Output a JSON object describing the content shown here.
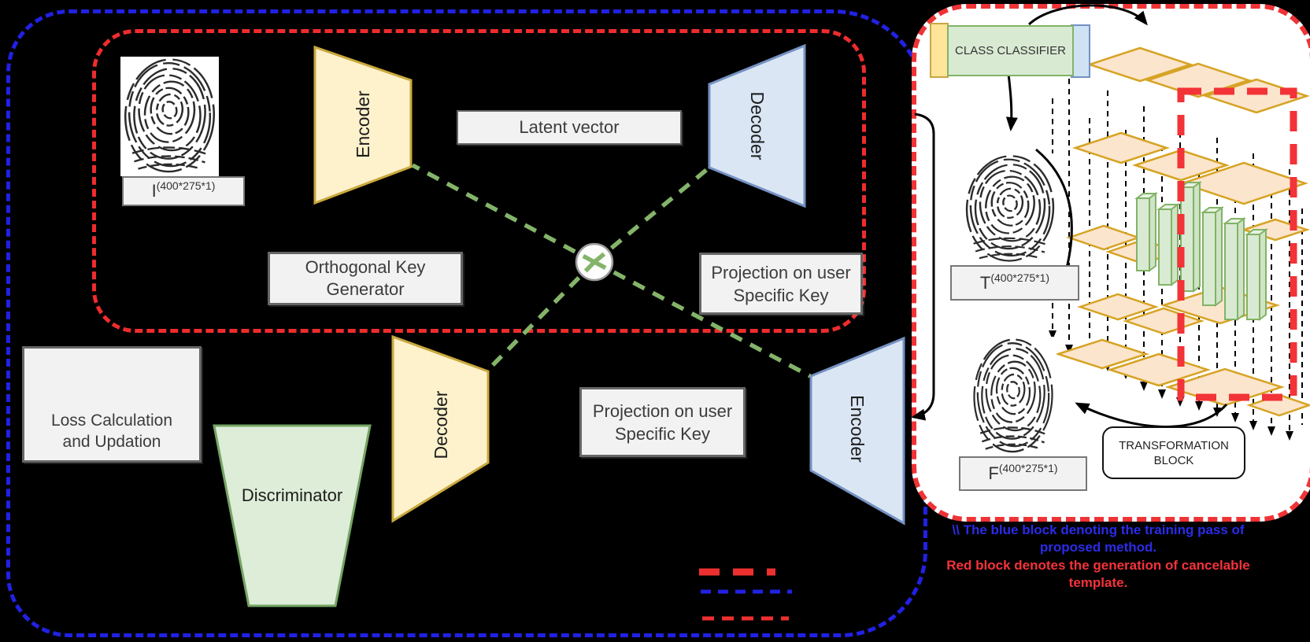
{
  "top_region": {
    "input_label": {
      "base": "I",
      "sup": "(400*275*1)"
    },
    "encoder_label": "Encoder",
    "latent_label": "Latent vector",
    "decoder_label": "Decoder",
    "okg_label": "Orthogonal Key\nGenerator",
    "projection_label": "Projection on user\nSpecific Key"
  },
  "bottom_region": {
    "decoder_label": "Decoder",
    "projection_label": "Projection on user\nSpecific Key",
    "encoder_label": "Encoder",
    "loss_label": "Loss Calculation\nand Updation",
    "discriminator_label": "Discriminator"
  },
  "right_panel": {
    "classifier_label": "CLASS CLASSIFIER",
    "t_label": {
      "base": "T",
      "sup": "(400*275*1)"
    },
    "f_label": {
      "base": "F",
      "sup": "(400*275*1)"
    },
    "transformation_label": "TRANSFORMATION\nBLOCK"
  },
  "caption": {
    "blue_text": "\\\\ The blue block denoting the training pass of\nproposed method.",
    "red_text": "Red block denotes the generation of cancelable\ntemplate."
  },
  "legend": {
    "items": [
      {
        "name": "red-thick-dashed-line",
        "color": "#ee2f2f"
      },
      {
        "name": "blue-dashed-line",
        "color": "#2121e4"
      },
      {
        "name": "red-thin-dashed-line",
        "color": "#ee2f2f"
      }
    ]
  },
  "colors": {
    "background": "#000000",
    "training_border": "#2121e4",
    "generation_border": "#ee2c2c",
    "encoder_fill": "#fdf2cc",
    "encoder_stroke": "#c9a83d",
    "decoder_fill": "#dae6f4",
    "decoder_stroke": "#7591c2",
    "discriminator_fill": "#deedd8",
    "discriminator_stroke": "#74a564",
    "green_dash": "#84b469",
    "diamond_fill": "#fce5cd",
    "diamond_stroke": "#d6a425",
    "pillar_fill": "#d9ead3",
    "pillar_stroke": "#82b366",
    "label_box_fill": "#f2f2f2"
  }
}
